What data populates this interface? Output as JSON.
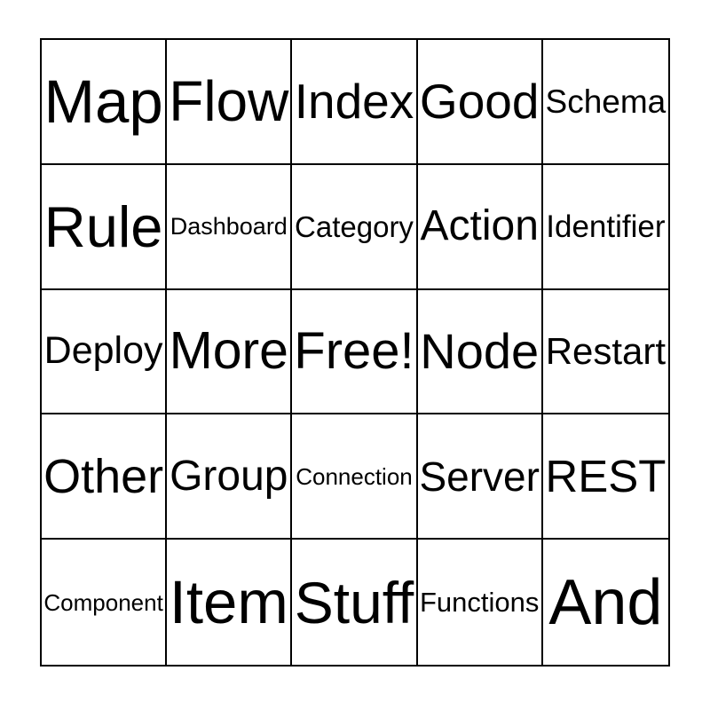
{
  "card": {
    "type": "bingo-card",
    "rows": 5,
    "columns": 5,
    "background_color": "#ffffff",
    "text_color": "#000000",
    "border_color": "#000000",
    "free_space": {
      "row": 3,
      "column": 3,
      "label": "Free!"
    },
    "cells": [
      {
        "row": 1,
        "col": 1,
        "label": "Map"
      },
      {
        "row": 1,
        "col": 2,
        "label": "Flow"
      },
      {
        "row": 1,
        "col": 3,
        "label": "Index"
      },
      {
        "row": 1,
        "col": 4,
        "label": "Good"
      },
      {
        "row": 1,
        "col": 5,
        "label": "Schema"
      },
      {
        "row": 2,
        "col": 1,
        "label": "Rule"
      },
      {
        "row": 2,
        "col": 2,
        "label": "Dashboard"
      },
      {
        "row": 2,
        "col": 3,
        "label": "Category"
      },
      {
        "row": 2,
        "col": 4,
        "label": "Action"
      },
      {
        "row": 2,
        "col": 5,
        "label": "Identifier"
      },
      {
        "row": 3,
        "col": 1,
        "label": "Deploy"
      },
      {
        "row": 3,
        "col": 2,
        "label": "More"
      },
      {
        "row": 3,
        "col": 3,
        "label": "Free!"
      },
      {
        "row": 3,
        "col": 4,
        "label": "Node"
      },
      {
        "row": 3,
        "col": 5,
        "label": "Restart"
      },
      {
        "row": 4,
        "col": 1,
        "label": "Other"
      },
      {
        "row": 4,
        "col": 2,
        "label": "Group"
      },
      {
        "row": 4,
        "col": 3,
        "label": "Connection"
      },
      {
        "row": 4,
        "col": 4,
        "label": "Server"
      },
      {
        "row": 4,
        "col": 5,
        "label": "REST"
      },
      {
        "row": 5,
        "col": 1,
        "label": "Component"
      },
      {
        "row": 5,
        "col": 2,
        "label": "Item"
      },
      {
        "row": 5,
        "col": 3,
        "label": "Stuff"
      },
      {
        "row": 5,
        "col": 4,
        "label": "Functions"
      },
      {
        "row": 5,
        "col": 5,
        "label": "And"
      }
    ]
  }
}
